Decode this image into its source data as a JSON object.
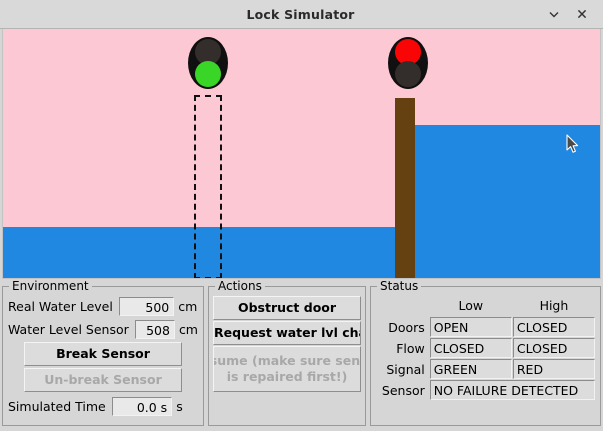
{
  "window": {
    "title": "Lock Simulator",
    "minimize_icon": "chevron-down-icon",
    "close_icon": "close-icon"
  },
  "scene": {
    "sky_color": "#fcc8d4",
    "water_color": "#2088e0",
    "door_color": "#654010",
    "low_signal": {
      "top_lamp": "OFF",
      "bottom_lamp": "GREEN",
      "top_color": "#332e2b",
      "bottom_color": "#3ad627"
    },
    "high_signal": {
      "top_lamp": "RED",
      "bottom_lamp": "OFF",
      "top_color": "#fa0505",
      "bottom_color": "#332e2b"
    },
    "low_door_state": "OPEN",
    "high_door_state": "CLOSED",
    "cursor_icon": "mouse-pointer-icon"
  },
  "environment": {
    "legend": "Environment",
    "real_water_level_label": "Real Water Level",
    "real_water_level_value": "500",
    "real_water_level_unit": "cm",
    "water_level_sensor_label": "Water Level Sensor",
    "water_level_sensor_value": "508",
    "water_level_sensor_unit": "cm",
    "break_sensor_label": "Break Sensor",
    "unbreak_sensor_label": "Un-break Sensor",
    "simulated_time_label": "Simulated Time",
    "simulated_time_value": "0.0 s",
    "simulated_time_unit": "s"
  },
  "actions": {
    "legend": "Actions",
    "obstruct_door_label": "Obstruct door",
    "request_water_label": "Request water lvl change",
    "resume_line1": "Resume (make sure sensor",
    "resume_line2": "is repaired first!)"
  },
  "status": {
    "legend": "Status",
    "col_low": "Low",
    "col_high": "High",
    "rows": [
      {
        "label": "Doors",
        "low": "OPEN",
        "high": "CLOSED"
      },
      {
        "label": "Flow",
        "low": "CLOSED",
        "high": "CLOSED"
      },
      {
        "label": "Signal",
        "low": "GREEN",
        "high": "RED"
      }
    ],
    "sensor_label": "Sensor",
    "sensor_value": "NO FAILURE DETECTED"
  }
}
